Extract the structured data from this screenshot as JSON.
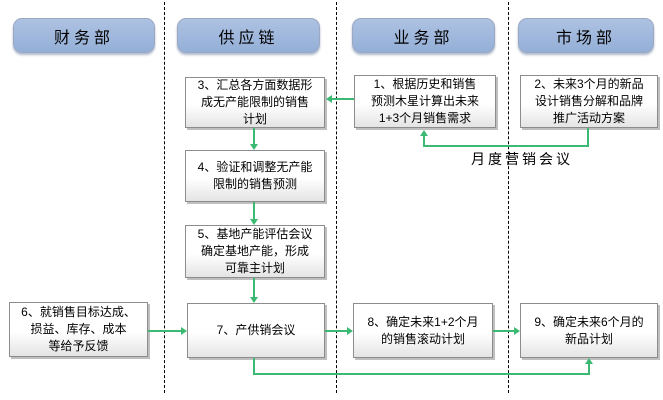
{
  "colors": {
    "header-fill-top": "#AEC2E2",
    "header-fill-bottom": "#94AFD7",
    "header-border": "#9AA9C2",
    "box-fill-top": "#FFFFFF",
    "box-fill-bottom": "#E4E4E4",
    "box-border": "#8C8C8C",
    "box-shadow": "#BFBFBF",
    "arrow": "#3CB973",
    "separator": "#000000",
    "text": "#000000"
  },
  "lanes": [
    {
      "label": "财务部"
    },
    {
      "label": "供应链"
    },
    {
      "label": "业务部"
    },
    {
      "label": "市场部"
    }
  ],
  "boxes": {
    "b1": {
      "text": "1、根据历史和销售\n预测木星计算出未来\n1+3个月销售需求"
    },
    "b2": {
      "text": "2、未来3个月的新品\n设计销售分解和品牌\n推广活动方案"
    },
    "b3": {
      "text": "3、汇总各方面数据形\n成无产能限制的销售\n计划"
    },
    "b4": {
      "text": "4、验证和调整无产能\n限制的销售预测"
    },
    "b5": {
      "text": "5、基地产能评估会议\n确定基地产能，形成\n可靠主计划"
    },
    "b6": {
      "text": "6、就销售目标达成、\n损益、库存、成本\n等给予反馈"
    },
    "b7": {
      "text": "7、产供销会议"
    },
    "b8": {
      "text": "8、确定未来1+2个月\n的销售滚动计划"
    },
    "b9": {
      "text": "9、确定未来6个月的\n新品计划"
    }
  },
  "annotations": {
    "monthly_marketing_meeting": "月度营销会议"
  }
}
